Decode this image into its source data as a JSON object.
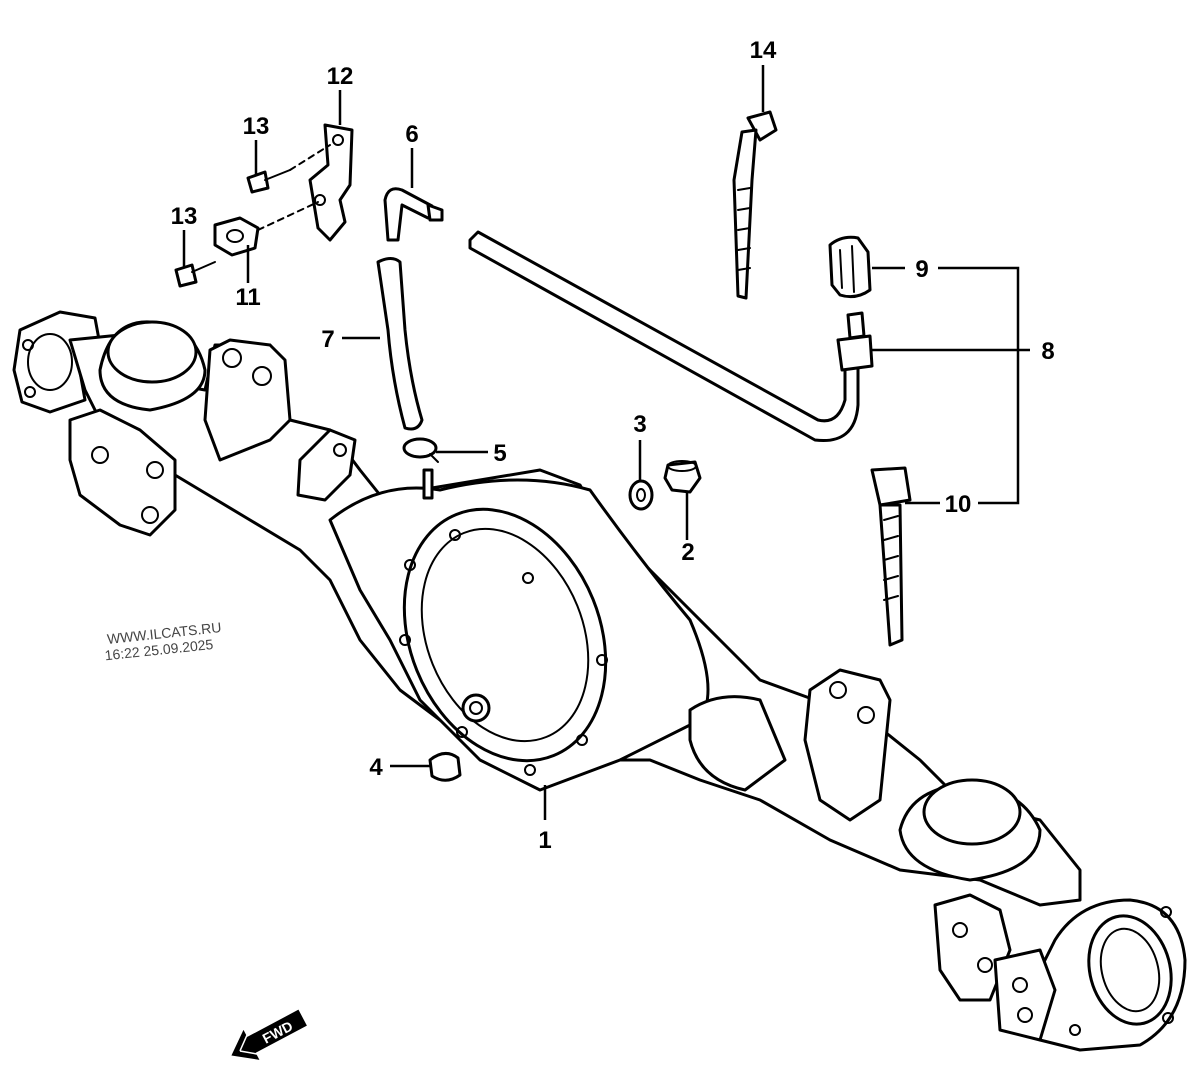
{
  "callouts": [
    {
      "id": "1",
      "label": "1"
    },
    {
      "id": "2",
      "label": "2"
    },
    {
      "id": "3",
      "label": "3"
    },
    {
      "id": "4",
      "label": "4"
    },
    {
      "id": "5",
      "label": "5"
    },
    {
      "id": "6",
      "label": "6"
    },
    {
      "id": "7",
      "label": "7"
    },
    {
      "id": "8",
      "label": "8"
    },
    {
      "id": "9",
      "label": "9"
    },
    {
      "id": "10",
      "label": "10"
    },
    {
      "id": "11",
      "label": "11"
    },
    {
      "id": "12",
      "label": "12"
    },
    {
      "id": "13a",
      "label": "13"
    },
    {
      "id": "13b",
      "label": "13"
    },
    {
      "id": "14",
      "label": "14"
    }
  ],
  "watermark": {
    "line1": "WWW.ILCATS.RU",
    "line2": "16:22 25.09.2025"
  },
  "fwd_arrow": {
    "label": "FWD"
  }
}
